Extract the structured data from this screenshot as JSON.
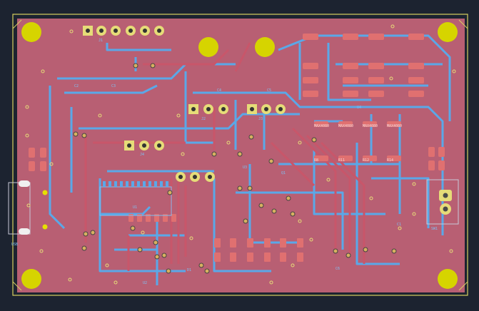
{
  "viewer": {
    "background": "#1c2330",
    "board_outline_color": "#d8d060",
    "copper_fill_color": "#b85f73",
    "front_trace_color": "#c8566a",
    "back_trace_color": "#5aa8e8",
    "pad_color": "#e07070",
    "mounting_hole_color": "#d6d400",
    "via_color": "#d8b060"
  },
  "labels": {
    "m1": "MAX4080",
    "m2": "MAX4080",
    "m3": "MAX4080",
    "m4": "MAX4080",
    "r1": "R8",
    "r2": "R11",
    "r3": "R12",
    "r4": "R14",
    "c1": "C1",
    "c2": "C2",
    "c3": "C3",
    "c4": "C4",
    "c5": "C5",
    "c6": "C6",
    "u1": "U1",
    "u2": "U2",
    "u3": "U3",
    "u4": "U4",
    "j1": "J1",
    "j2": "J2",
    "j3": "J3",
    "j4": "J4",
    "d1": "D1",
    "q1": "Q1",
    "sw1": "SW1",
    "usb": "USB"
  }
}
